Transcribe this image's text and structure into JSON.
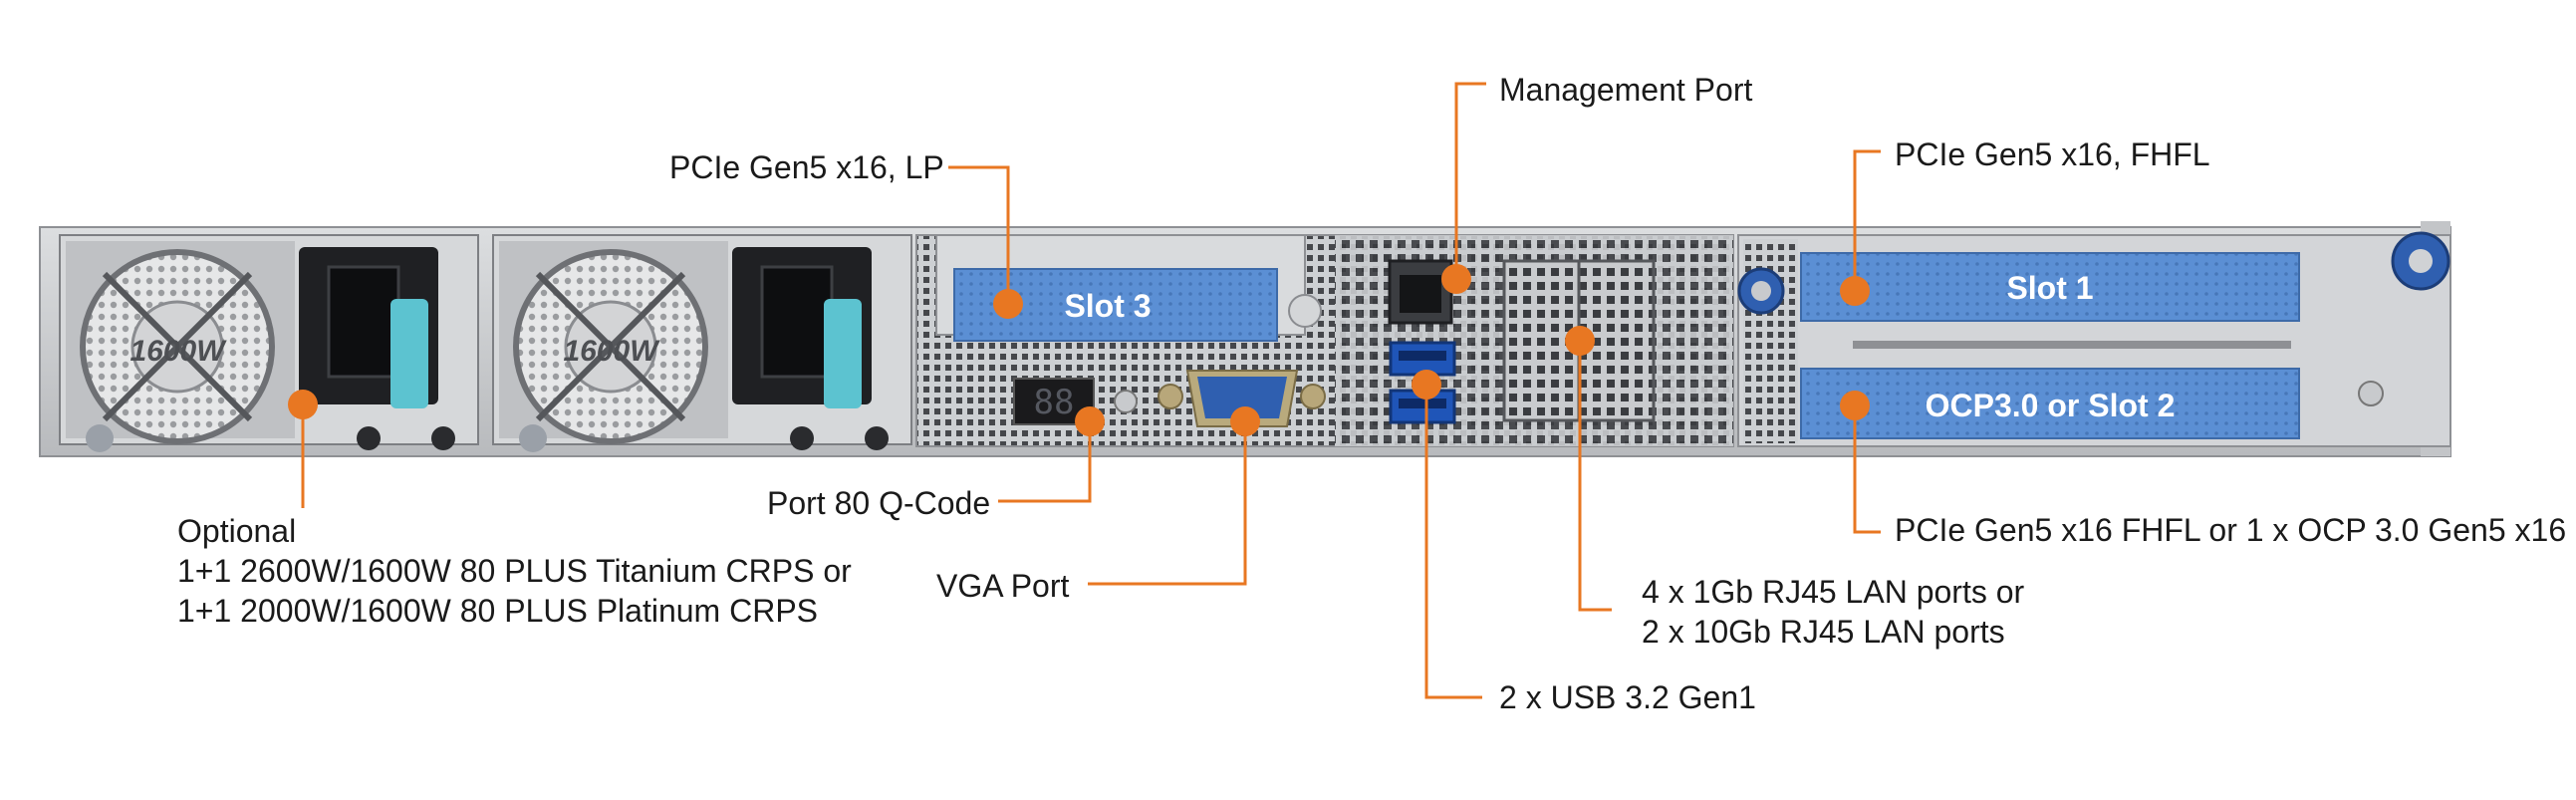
{
  "labels": {
    "management_port": "Management Port",
    "pcie_lp": "PCIe Gen5 x16, LP",
    "pcie_fhfl": "PCIe Gen5 x16, FHFL",
    "psu_line1": "Optional",
    "psu_line2": "1+1 2600W/1600W 80 PLUS Titanium CRPS or",
    "psu_line3": "1+1 2000W/1600W 80 PLUS Platinum CRPS",
    "port80": "Port 80 Q-Code",
    "vga": "VGA Port",
    "pcie_ocp": "PCIe Gen5 x16 FHFL or 1 x OCP 3.0 Gen5 x16",
    "lan_line1": "4 x 1Gb RJ45 LAN ports or",
    "lan_line2": "2 x 10Gb RJ45 LAN ports",
    "usb": "2 x USB 3.2 Gen1"
  },
  "slots": {
    "slot3": "Slot 3",
    "slot1": "Slot 1",
    "slot2": "OCP3.0 or Slot 2"
  },
  "psu": {
    "rating_1": "1600W",
    "rating_2": "1600W"
  },
  "qcode_display": "88",
  "colors": {
    "accent": "#e87722",
    "slot_blue": "#5b8fd4",
    "chassis": "#cfd1d4",
    "dark": "#2b2d30"
  }
}
